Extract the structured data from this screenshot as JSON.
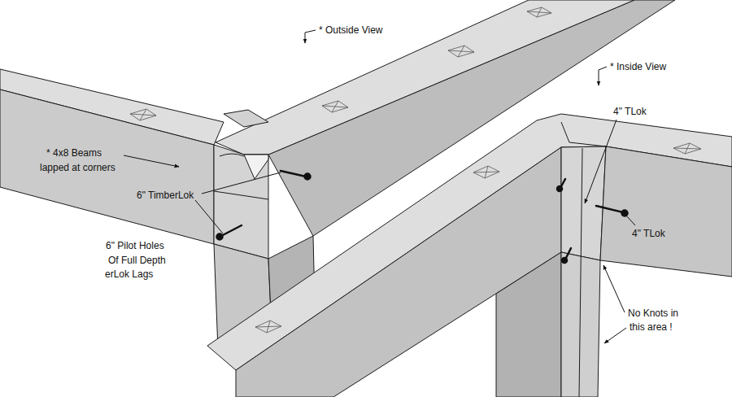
{
  "diagram": {
    "labels": [
      "* Outside View",
      "* Inside View",
      "4\" TLok",
      "* 4x8 Beams",
      "lapped at corners",
      "6\" TimberLok",
      "4\" TLok",
      "6\" Pilot Holes",
      "Of Full Depth",
      "erLok Lags",
      "No Knots in",
      "this area !"
    ]
  }
}
